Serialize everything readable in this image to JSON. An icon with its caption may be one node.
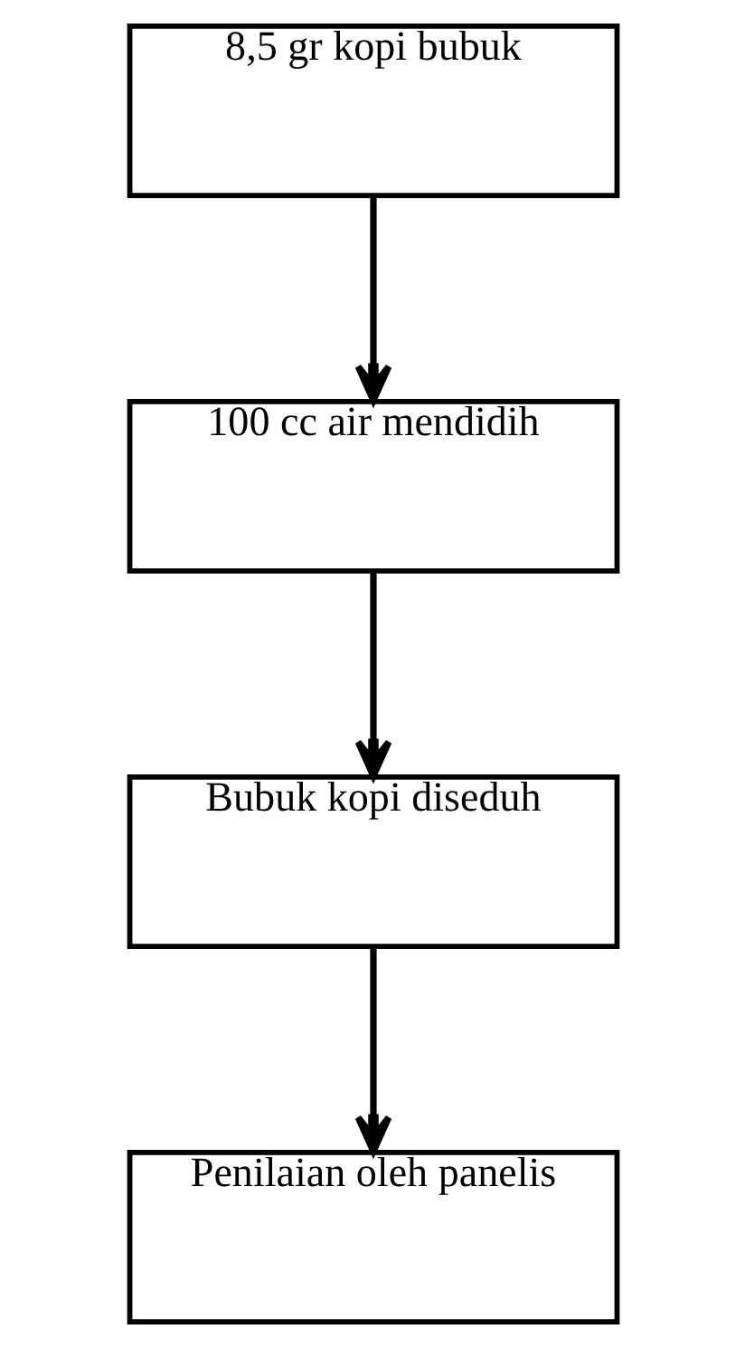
{
  "diagram": {
    "nodes": [
      {
        "text": [
          "8,5 gr kopi bubuk"
        ]
      },
      {
        "text": [
          "100 cc air mendidih"
        ]
      },
      {
        "text": [
          "Bubuk kopi diseduh"
        ]
      },
      {
        "text": [
          "Penilaian oleh panelis"
        ]
      }
    ],
    "edges": [
      {
        "from": 0,
        "to": 1,
        "arrow": "to"
      },
      {
        "from": 1,
        "to": 2,
        "arrow": "to"
      },
      {
        "from": 2,
        "to": 3,
        "arrow": "to"
      }
    ]
  }
}
